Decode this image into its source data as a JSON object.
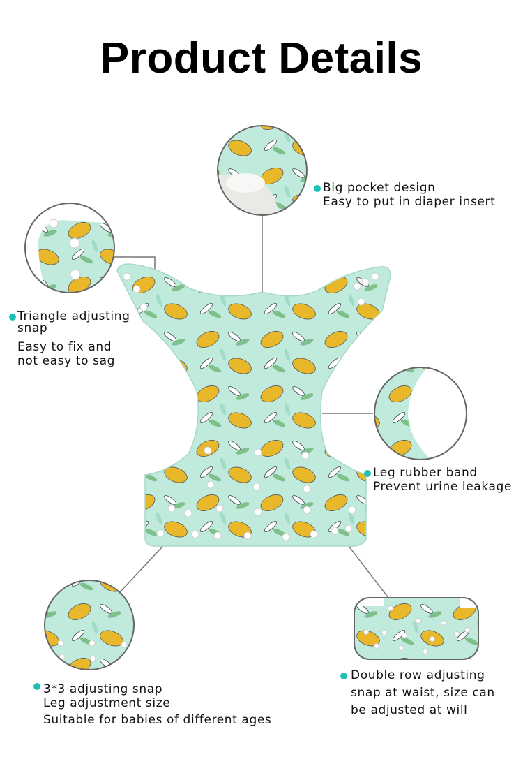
{
  "page": {
    "title": "Product Details"
  },
  "colors": {
    "fabric": "#bfeadc",
    "fabric_dark": "#9fdcc8",
    "lemon": "#e8b82a",
    "lemon_dark": "#c99512",
    "leaf": "#7fc08a",
    "snap": "#ffffff",
    "bullet": "#1ec2b4",
    "connector": "#777777",
    "circle_border": "#666666"
  },
  "features": [
    {
      "id": "big-pocket",
      "lines": [
        "Big pocket design",
        "Easy to put in diaper insert"
      ]
    },
    {
      "id": "triangle-snap",
      "lines": [
        "Triangle adjusting",
        "snap",
        "Easy to fix and",
        "not easy to sag"
      ]
    },
    {
      "id": "leg-band",
      "lines": [
        "Leg rubber band",
        "Prevent urine leakage"
      ]
    },
    {
      "id": "three-by-three-snap",
      "lines": [
        "3*3 adjusting snap",
        "Leg adjustment size",
        "Suitable for babies of different ages"
      ]
    },
    {
      "id": "double-row-snap",
      "lines": [
        "Double row adjusting",
        "snap at waist, size can",
        "be adjusted at will"
      ]
    }
  ]
}
